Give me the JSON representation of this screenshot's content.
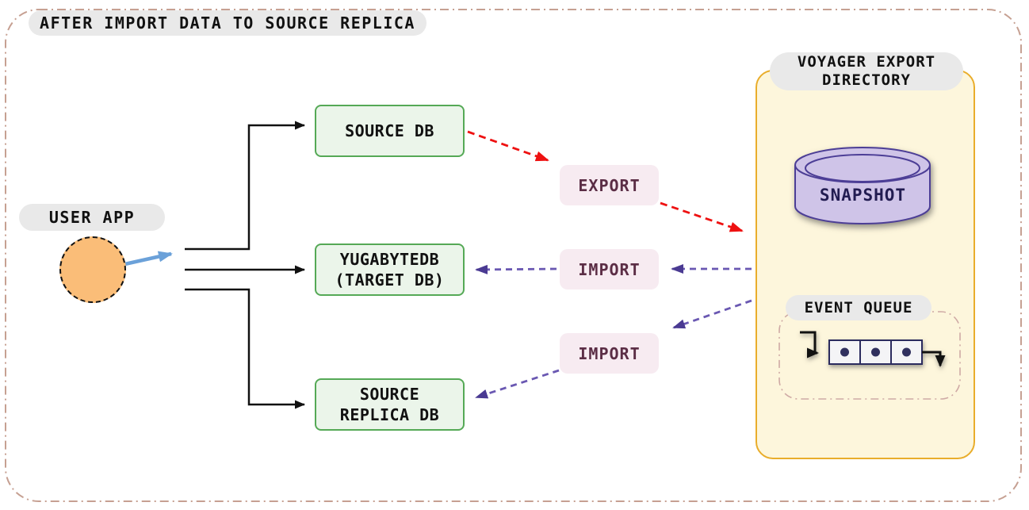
{
  "title": "AFTER IMPORT DATA TO SOURCE REPLICA",
  "user_app": {
    "label": "USER APP"
  },
  "databases": {
    "source_db": {
      "label": "SOURCE DB"
    },
    "target_db": {
      "line1": "YUGABYTEDB",
      "line2": "(TARGET DB)"
    },
    "source_replica_db": {
      "line1": "SOURCE",
      "line2": "REPLICA DB"
    }
  },
  "flows": {
    "export": {
      "label": "EXPORT"
    },
    "import_to_target": {
      "label": "IMPORT"
    },
    "import_to_replica": {
      "label": "IMPORT"
    }
  },
  "voyager_export_directory": {
    "title_line1": "VOYAGER EXPORT",
    "title_line2": "DIRECTORY",
    "snapshot": {
      "label": "SNAPSHOT"
    },
    "event_queue": {
      "label": "EVENT QUEUE",
      "cell_count": 3
    }
  },
  "colors": {
    "outer_border": "#c6a092",
    "pill_background": "#e9e9e9",
    "db_box_fill": "#ebf5ea",
    "db_box_border": "#55a956",
    "flow_label_fill": "#f7ebf1",
    "flow_label_text": "#5b2d45",
    "export_arrow_red": "#ee1111",
    "import_arrow_purple": "#6a58b2",
    "import_arrowhead_purple": "#4a3a92",
    "panel_fill": "#fdf6dc",
    "panel_border": "#e9ad2b",
    "cylinder_fill": "#cfc4e8",
    "cylinder_stroke": "#4c3e96",
    "snapshot_text": "#221c51",
    "user_circle_fill": "#fabd78",
    "user_arrow_blue": "#6ba1d9",
    "queue_border": "#cfaaa5",
    "queue_cell_fill": "#f4f4f6",
    "queue_cell_border": "#2b2b5e",
    "connector_black": "#111111"
  }
}
